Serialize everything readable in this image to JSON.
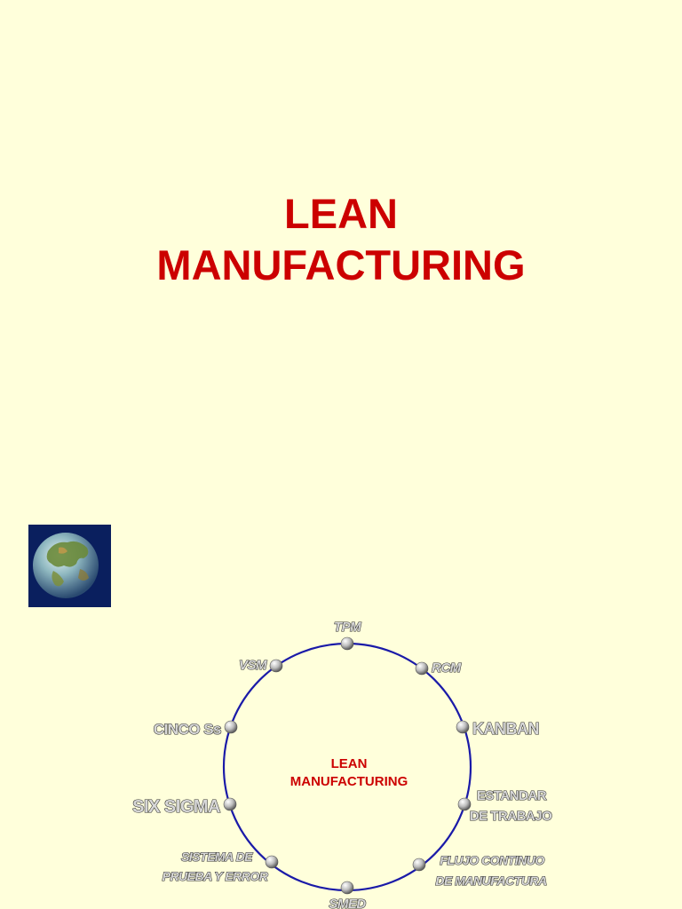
{
  "title": {
    "line1": "LEAN",
    "line2": "MANUFACTURING"
  },
  "globe": {
    "icon": "globe-icon"
  },
  "diagram": {
    "center": {
      "line1": "LEAN",
      "line2": "MANUFACTURING"
    },
    "colors": {
      "ring": "#1a1aa8",
      "title": "#cc0000",
      "background": "#ffffdb",
      "node": "#bdbdbd"
    },
    "nodes": {
      "tpm": "TPM",
      "rcm": "RCM",
      "kanban": "KANBAN",
      "estandar_1": "ESTANDAR",
      "estandar_2": "DE TRABAJO",
      "flujo_1": "FLUJO CONTINUO",
      "flujo_2": "DE MANUFACTURA",
      "smed": "SMED",
      "sistema_1": "SISTEMA DE",
      "sistema_2": "PRUEBA Y ERROR",
      "six_sigma": "SIX SIGMA",
      "cinco": "CINCO Ss",
      "vsm": "VSM"
    }
  }
}
